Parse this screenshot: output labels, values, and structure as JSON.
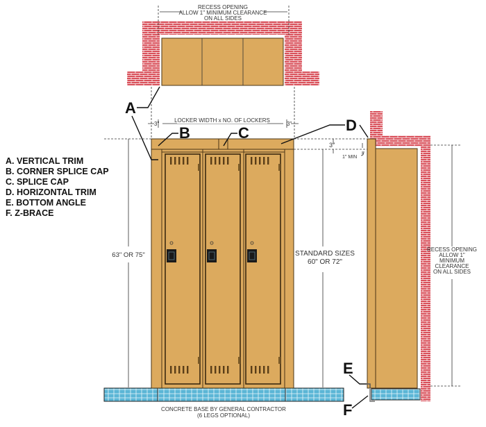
{
  "title": "Recessed locker installation diagram",
  "colors": {
    "wood": "#dcaa5e",
    "brick": "#d9505a",
    "concrete": "#5bb6d6"
  },
  "legend": [
    "A. VERTICAL TRIM",
    "B. CORNER SPLICE CAP",
    "C. SPLICE CAP",
    "D. HORIZONTAL TRIM",
    "E. BOTTOM ANGLE",
    "F. Z-BRACE"
  ],
  "callouts": {
    "a": "A",
    "b": "B",
    "c": "C",
    "d": "D",
    "e": "E",
    "f": "F"
  },
  "top_recess": [
    "RECESS OPENING",
    "ALLOW 1\" MINIMUM CLEARANCE",
    "ON ALL SIDES"
  ],
  "locker_width": "LOCKER WIDTH x NO. OF LOCKERS",
  "trim_left": "3\"",
  "trim_right": "3\"",
  "side_trim": "3\"",
  "side_min": "1\" MIN",
  "overall_height": "63\" OR 75\"",
  "standard_sizes": [
    "STANDARD SIZES",
    "60\" OR 72\""
  ],
  "side_recess": [
    "RECESS OPENING",
    "ALLOW 1\"",
    "MINIMUM",
    "CLEARANCE",
    "ON ALL SIDES"
  ],
  "base": [
    "CONCRETE BASE BY GENERAL CONTRACTOR",
    "(6 LEGS OPTIONAL)"
  ]
}
